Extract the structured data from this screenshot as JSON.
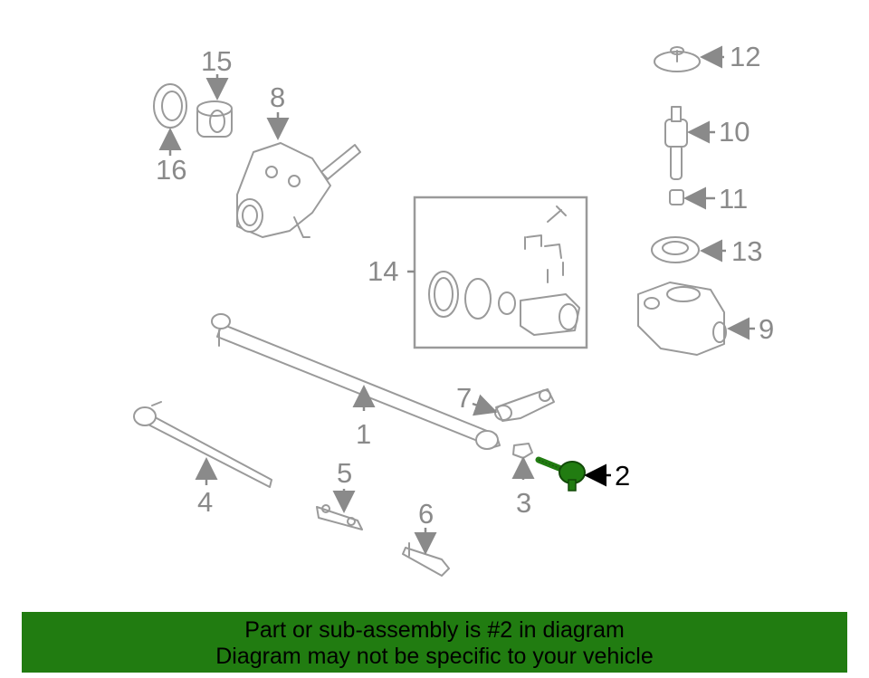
{
  "diagram": {
    "callouts": {
      "c1": "1",
      "c2": "2",
      "c3": "3",
      "c4": "4",
      "c5": "5",
      "c6": "6",
      "c7": "7",
      "c8": "8",
      "c9": "9",
      "c10": "10",
      "c11": "11",
      "c12": "12",
      "c13": "13",
      "c14": "14",
      "c15": "15",
      "c16": "16"
    },
    "highlighted_part": "2",
    "highlight_color": "#217c11"
  },
  "banner": {
    "line1": "Part or sub-assembly is #2 in diagram",
    "line2": "Diagram may not be specific to your vehicle",
    "background": "#217c11"
  }
}
